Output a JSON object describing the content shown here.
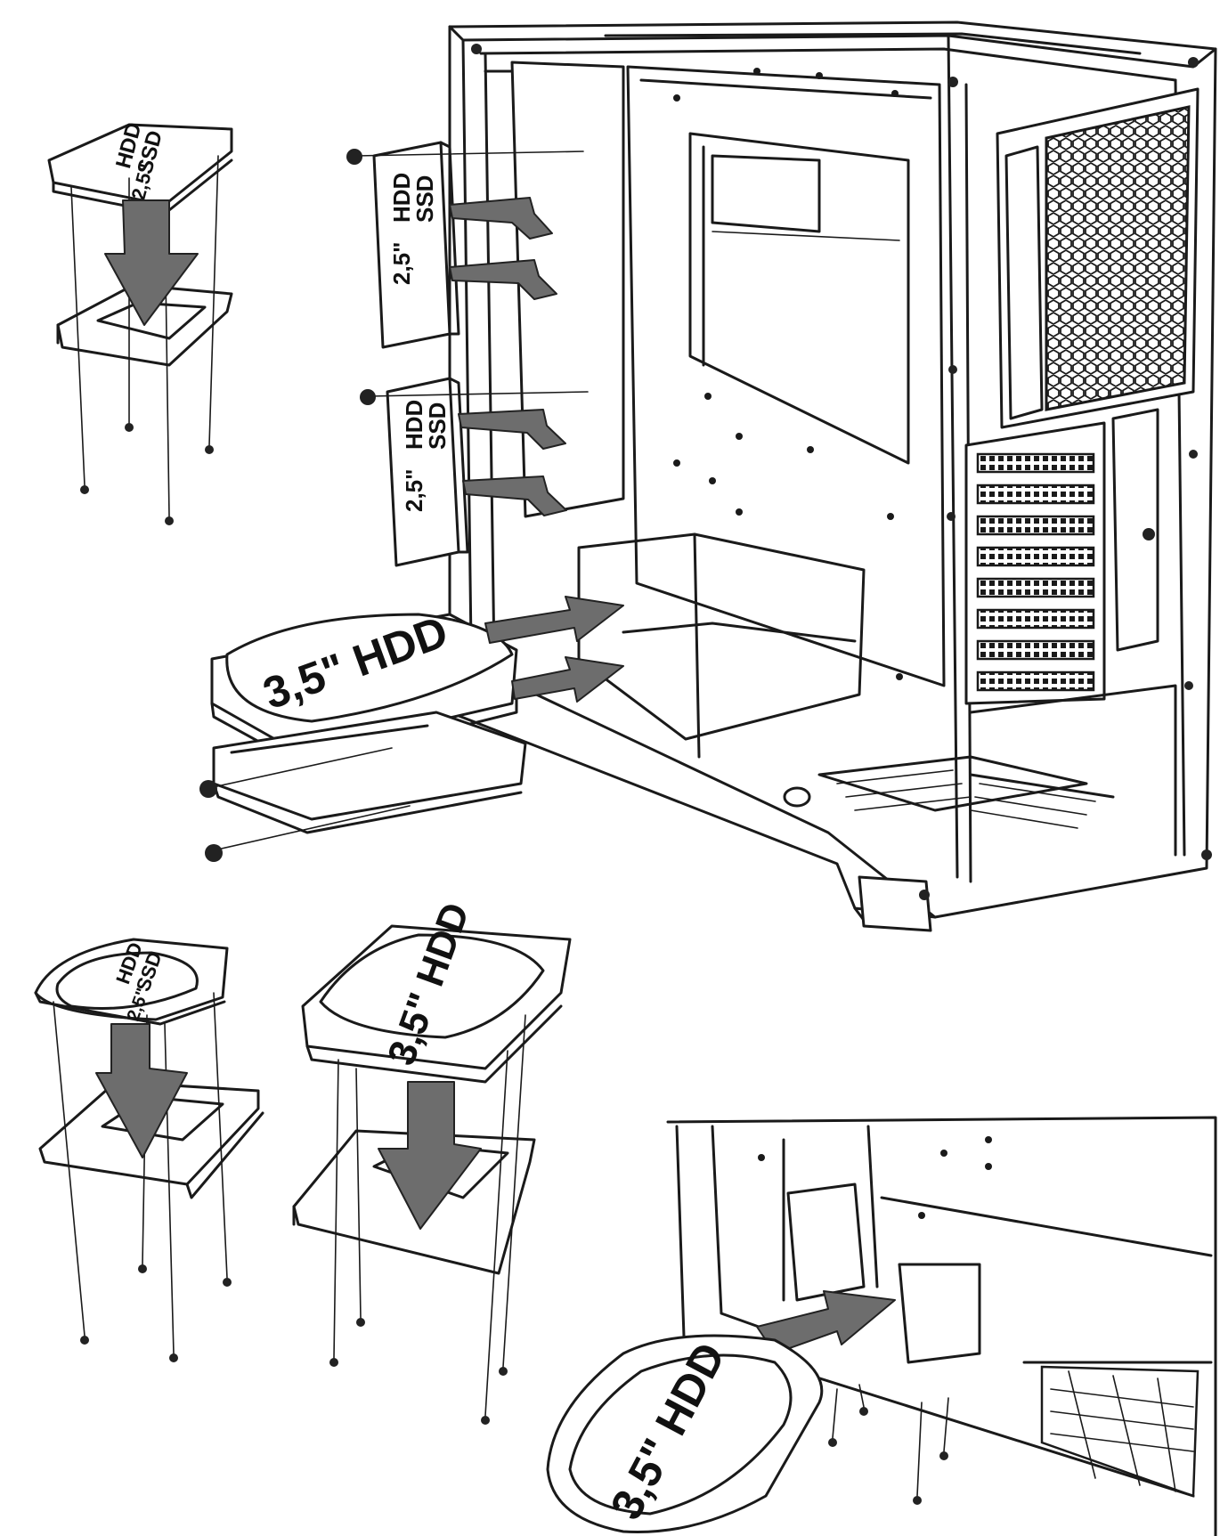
{
  "colors": {
    "arrow": "#6d6d6d",
    "line": "#1a1a1a",
    "background": "#ffffff"
  },
  "labels": {
    "ssd_hdd_25": {
      "size": "2,5\"",
      "hdd": "HDD",
      "ssd": "SSD"
    },
    "hdd_35": "3,5\" HDD"
  }
}
